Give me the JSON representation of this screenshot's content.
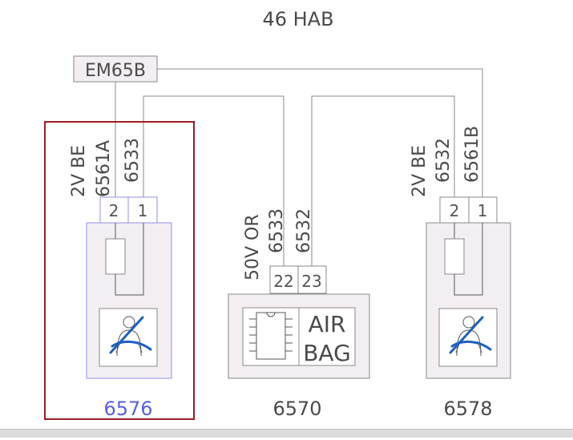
{
  "diagram": {
    "title": "46 HAB",
    "connector_ground": "EM65B",
    "highlight_color": "#a01c24",
    "active_color": "#5b5fe0",
    "belt_color": "#1f5fbf",
    "components": {
      "left": {
        "id": "6576",
        "wire_label": "2V BE",
        "wire_a": "6561A",
        "wire_b": "6533",
        "pin_a": "2",
        "pin_b": "1",
        "icon": "seatbelt-icon"
      },
      "middle": {
        "id": "6570",
        "wire_label": "50V OR",
        "wire_a": "6533",
        "wire_b": "6532",
        "pin_a": "22",
        "pin_b": "23",
        "airbag_line1": "AIR",
        "airbag_line2": "BAG",
        "icon": "chip-icon"
      },
      "right": {
        "id": "6578",
        "wire_label": "2V BE",
        "wire_a": "6532",
        "wire_b": "6561B",
        "pin_a": "2",
        "pin_b": "1",
        "icon": "seatbelt-icon"
      }
    }
  }
}
